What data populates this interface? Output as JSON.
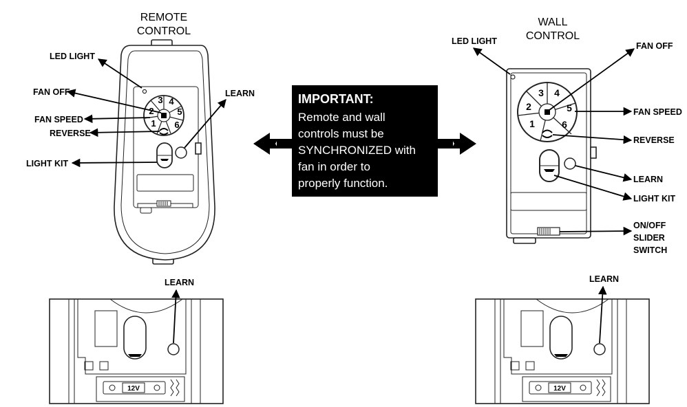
{
  "remote": {
    "title_line1": "REMOTE",
    "title_line2": "CONTROL",
    "buttons": [
      "1",
      "2",
      "3",
      "4",
      "5",
      "6"
    ],
    "labels": {
      "led_light": "LED LIGHT",
      "fan_off": "FAN OFF",
      "fan_speed": "FAN SPEED",
      "reverse": "REVERSE",
      "light_kit": "LIGHT KIT",
      "learn": "LEARN"
    }
  },
  "wall": {
    "title_line1": "WALL",
    "title_line2": "CONTROL",
    "buttons": [
      "1",
      "2",
      "3",
      "4",
      "5",
      "6"
    ],
    "labels": {
      "led_light": "LED LIGHT",
      "fan_off": "FAN OFF",
      "fan_speed": "FAN SPEED",
      "reverse": "REVERSE",
      "learn": "LEARN",
      "light_kit": "LIGHT KIT",
      "switch_line1": "ON/OFF",
      "switch_line2": "SLIDER",
      "switch_line3": "SWITCH"
    }
  },
  "important": {
    "heading": "IMPORTANT:",
    "lines": [
      "Remote and wall",
      "controls must be",
      "SYNCHRONIZED with",
      "fan in order to",
      "properly function."
    ]
  },
  "bottom_left": {
    "learn": "LEARN",
    "battery": "12V"
  },
  "bottom_right": {
    "learn": "LEARN",
    "battery": "12V"
  }
}
